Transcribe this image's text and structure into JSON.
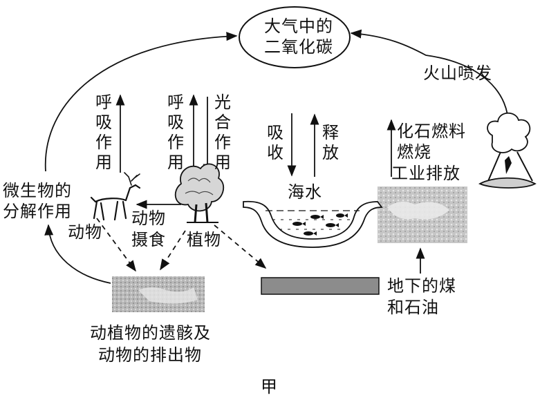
{
  "nodes": {
    "atmosphere_line1": "大气中的",
    "atmosphere_line2": "二氧化碳",
    "volcano_label": "火山喷发",
    "fossil_line1": "化石燃料",
    "fossil_line2": "燃烧",
    "fossil_line3": "工业排放",
    "sea_label": "海水",
    "absorb": "吸收",
    "release": "释放",
    "respiration": "呼吸作用",
    "photosynthesis": "光合作用",
    "microbe_line1": "微生物的",
    "microbe_line2": "分解作用",
    "animal_label": "动物",
    "feeding_line1": "动物",
    "feeding_line2": "摄食",
    "plant_label": "植物",
    "coal_line1": "地下的煤",
    "coal_line2": "和石油",
    "remains_line1": "动植物的遗骸及",
    "remains_line2": "动物的排出物"
  },
  "caption": "甲"
}
